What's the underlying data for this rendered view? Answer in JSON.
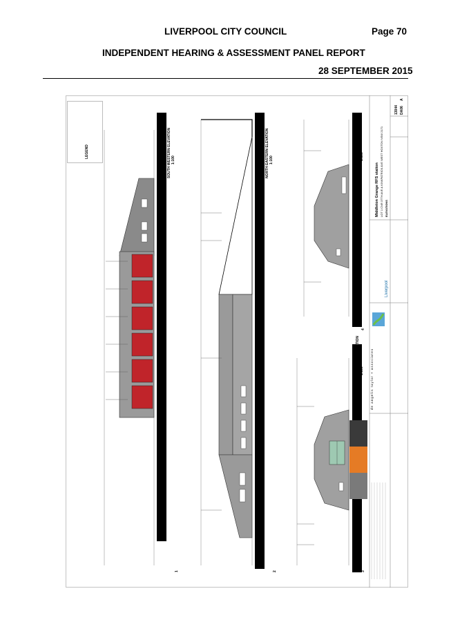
{
  "header": {
    "council": "LIVERPOOL CITY COUNCIL",
    "page": "Page 70",
    "panel_title": "INDEPENDENT HEARING & ASSESSMENT PANEL REPORT",
    "date": "28 SEPTEMBER 2015"
  },
  "drawing": {
    "legend_label": "LEGEND",
    "elevations": [
      {
        "number": "1",
        "title": "SOUTH WESTERN ELEVATION",
        "scale": "1:100"
      },
      {
        "number": "2",
        "title": "NORTH EASTERN ELEVATION",
        "scale": "1:100"
      },
      {
        "number": "3",
        "title": "SOUTH EASTERN ELEVATION",
        "scale": "1:100"
      },
      {
        "number": "4",
        "title": "NORTH WESTERN ELEVATION",
        "scale": "1:100"
      }
    ],
    "title_block": {
      "firm": "de angelis taylor + associates",
      "project": "Middleton Grange RFS station",
      "address": "LOT 1 CNR 37TH AVE & KINKPATRICK AVE WEST HOXTON NSW 2171",
      "drawing_title": "ELEVATIONS",
      "job_number": "13044",
      "drawing_number": "DA06",
      "revision": "A",
      "client_logo": "Liverpool"
    },
    "colors": {
      "roller_doors": "#c0242a",
      "firm_orange": "#e57b25",
      "firm_dark": "#3a3a3a"
    }
  }
}
